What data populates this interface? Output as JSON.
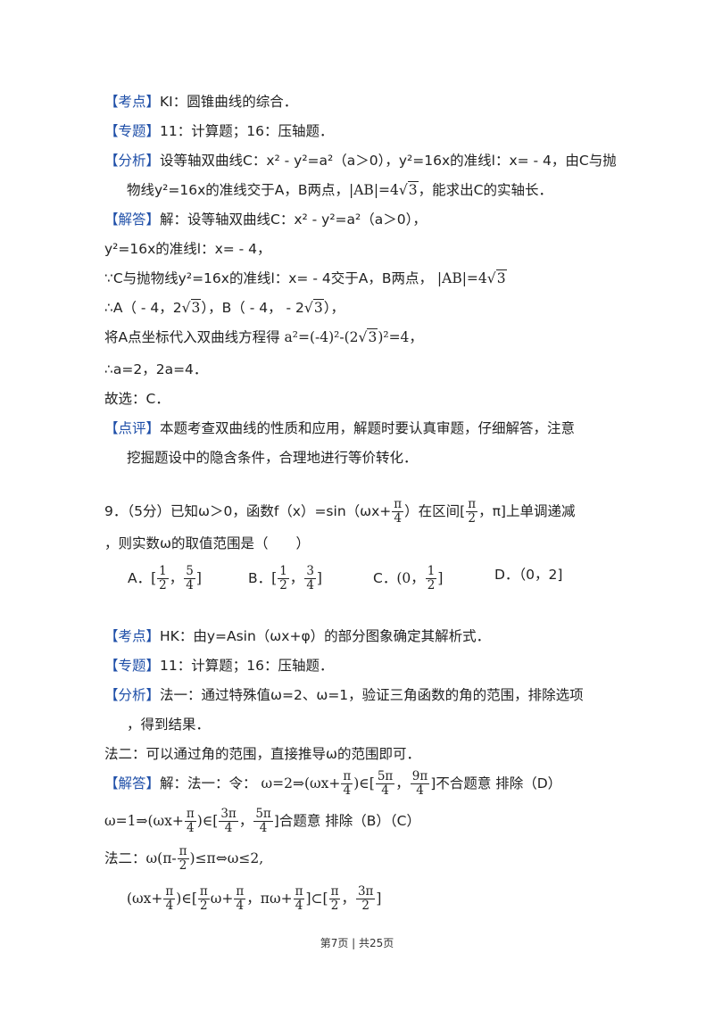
{
  "block1": {
    "kaodian": {
      "tag": "【考点】",
      "text": "KI：圆锥曲线的综合．"
    },
    "zhuanti": {
      "tag": "【专题】",
      "text": "11：计算题；16：压轴题．"
    },
    "fenxi": {
      "tag": "【分析】",
      "l1": "设等轴双曲线C：x² - y²=a²（a＞0），y²=16x的准线l：x= - 4，由C与抛",
      "l2a": "物线y²=16x的准线交于A，B两点，",
      "abs": "|AB|=4",
      "rad": "3",
      "l2b": "，能求出C的实轴长．"
    },
    "jieda": {
      "tag": "【解答】",
      "l1": "解：设等轴双曲线C：x² - y²=a²（a＞0），",
      "l2": "y²=16x的准线l：x= - 4，",
      "l3": "∵C与抛物线y²=16x的准线l：x= - 4交于A，B两点，",
      "l3abs": "|AB|=4",
      "l3rad": "3",
      "l4a": "∴A（ - 4，2",
      "l4rad1": "3",
      "l4b": "），B（ - 4， - 2",
      "l4rad2": "3",
      "l4c": "），",
      "l5a": "将A点坐标代入双曲线方程得",
      "l5eq": "a²=(-4)²-(2",
      "l5rad": "3",
      "l5b": ")²=4，",
      "l6": "∴a=2，2a=4．",
      "l7": "故选：C．"
    },
    "dianping": {
      "tag": "【点评】",
      "l1": "本题考查双曲线的性质和应用，解题时要认真审题，仔细解答，注意",
      "l2": "挖掘题设中的隐含条件，合理地进行等价转化．"
    }
  },
  "q9": {
    "l1a": "9．（5分）已知ω＞0，函数f（x）=sin（ωx+",
    "pi": "π",
    "four": "4",
    "two": "2",
    "l1b": "）在区间[",
    "l1c": "，π]上单调递减",
    "l2": "，则实数ω的取值范围是（　　）",
    "optA": "A．",
    "optB": "B．",
    "optC": "C．",
    "optD": "D．（0，2]",
    "one": "1",
    "three": "3",
    "five": "5",
    "lbr": "[",
    "rbr": "]",
    "lpar": "(0，",
    "comma": "，"
  },
  "block2": {
    "kaodian": {
      "tag": "【考点】",
      "text": "HK：由y=Asin（ωx+φ）的部分图象确定其解析式．"
    },
    "zhuanti": {
      "tag": "【专题】",
      "text": "11：计算题；16：压轴题．"
    },
    "fenxi": {
      "tag": "【分析】",
      "l1": "法一：通过特殊值ω=2、ω=1，验证三角函数的角的范围，排除选项",
      "l2": "，得到结果．",
      "l3": "法二：可以通过角的范围，直接推导ω的范围即可．"
    },
    "jieda": {
      "tag": "【解答】",
      "l1a": "解：法一：令：",
      "l1b": "ω=2⇒(ωx+",
      "l1c": ")∈[",
      "n5pi": "5π",
      "n9pi": "9π",
      "n3pi": "3π",
      "l1d": "]不合题意 排除（D）",
      "l2a": "ω=1⇒(ωx+",
      "l2b": "]合题意 排除（B）（C）",
      "l3a": "法二：",
      "l3b": "ω(π-",
      "l3c": ")≤π⇔ω≤2,",
      "l4a": "(ωx+",
      "l4b": "ω+",
      "l4c": "，πω+",
      "l4d": "]⊂[",
      "l4e": "]"
    }
  },
  "footer": "第7页 | 共25页"
}
